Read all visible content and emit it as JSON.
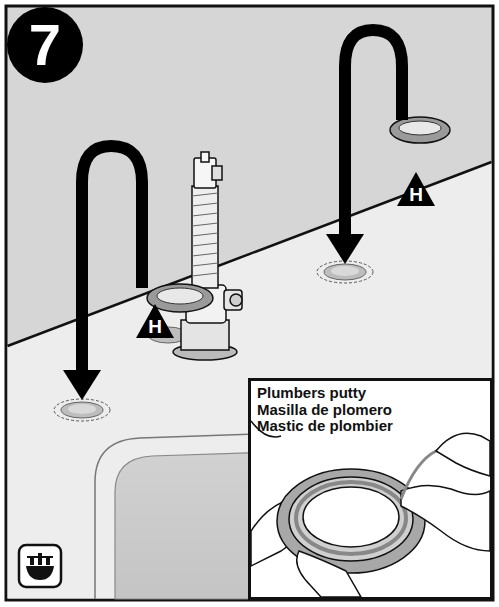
{
  "diagram": {
    "nodes": [
      {
        "text": [
          "7"
        ]
      },
      {
        "text": [
          "H"
        ]
      },
      {
        "text": [
          "H"
        ]
      },
      {
        "text": [
          "Plumbers putty",
          "Masilla de plomero",
          "Mastic de plombier"
        ]
      }
    ]
  }
}
